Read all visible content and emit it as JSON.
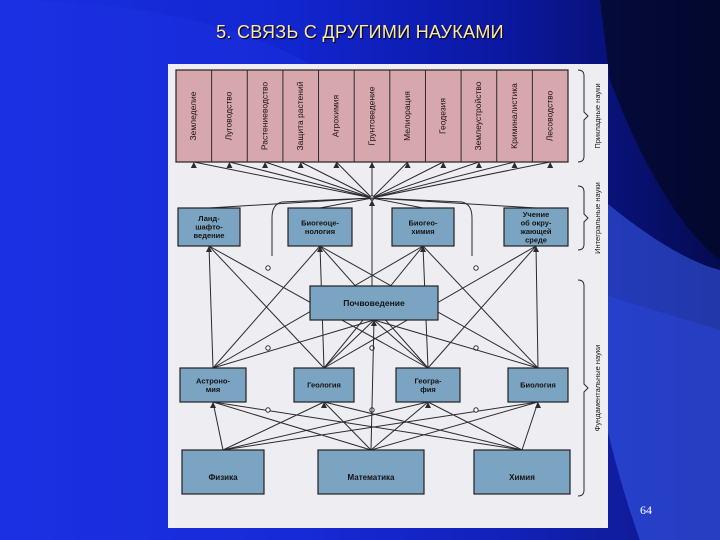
{
  "slide": {
    "title": "5. СВЯЗЬ С ДРУГИМИ НАУКАМИ",
    "page_number": "64"
  },
  "diagram": {
    "applied_sciences": [
      "Земледелие",
      "Луговодство",
      "Растениеводство",
      "Защита растений",
      "Агрохимия",
      "Грунтоведение",
      "Мелиорация",
      "Геодезия",
      "Землеустройство",
      "Криминалистика",
      "Лесоводство"
    ],
    "integral_sciences": [
      [
        "Ланд-",
        "шафто-",
        "ведение"
      ],
      [
        "Биогеоце-",
        "нология"
      ],
      [
        "Биогео-",
        "химия"
      ],
      [
        "Учение",
        "об окру-",
        "жающей",
        "среде"
      ]
    ],
    "central": "Почвоведение",
    "fundamental_sciences": [
      [
        "Астроно-",
        "мия"
      ],
      [
        "Геология"
      ],
      [
        "Геогра-",
        "фия"
      ],
      [
        "Биология"
      ]
    ],
    "base_sciences": [
      "Физика",
      "Математика",
      "Химия"
    ],
    "group_labels": {
      "applied": "Прикладные науки",
      "integral": "Интегральные науки",
      "fundamental": "Фундаментальные науки"
    },
    "colors": {
      "applied_fill": "#d6a8ad",
      "box_fill": "#7ba3c2",
      "line": "#2a2a30"
    }
  }
}
